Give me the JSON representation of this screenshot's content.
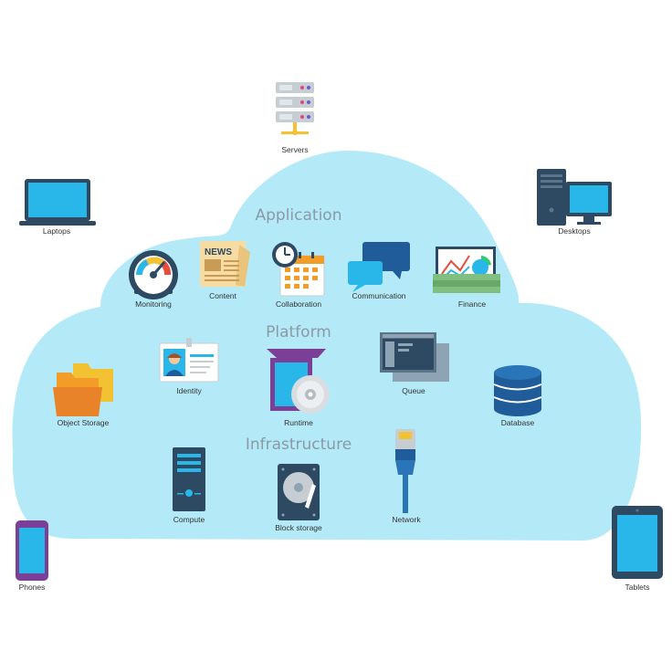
{
  "colors": {
    "cloud": "#b4eaf7",
    "screen": "#29b6e8",
    "dark": "#2e4a62",
    "orange": "#f39c28"
  },
  "layers": {
    "application": "Application",
    "platform": "Platform",
    "infrastructure": "Infrastructure"
  },
  "labels": {
    "servers": "Servers",
    "laptops": "Laptops",
    "desktops": "Desktops",
    "phones": "Phones",
    "tablets": "Tablets",
    "monitoring": "Monitoring",
    "content": "Content",
    "news": "NEWS",
    "collaboration": "Collaboration",
    "communication": "Communication",
    "finance": "Finance",
    "identity": "Identity",
    "runtime": "Runtime",
    "queue": "Queue",
    "object_storage": "Object Storage",
    "database": "Database",
    "compute": "Compute",
    "block_storage": "Block storage",
    "network": "Network"
  }
}
